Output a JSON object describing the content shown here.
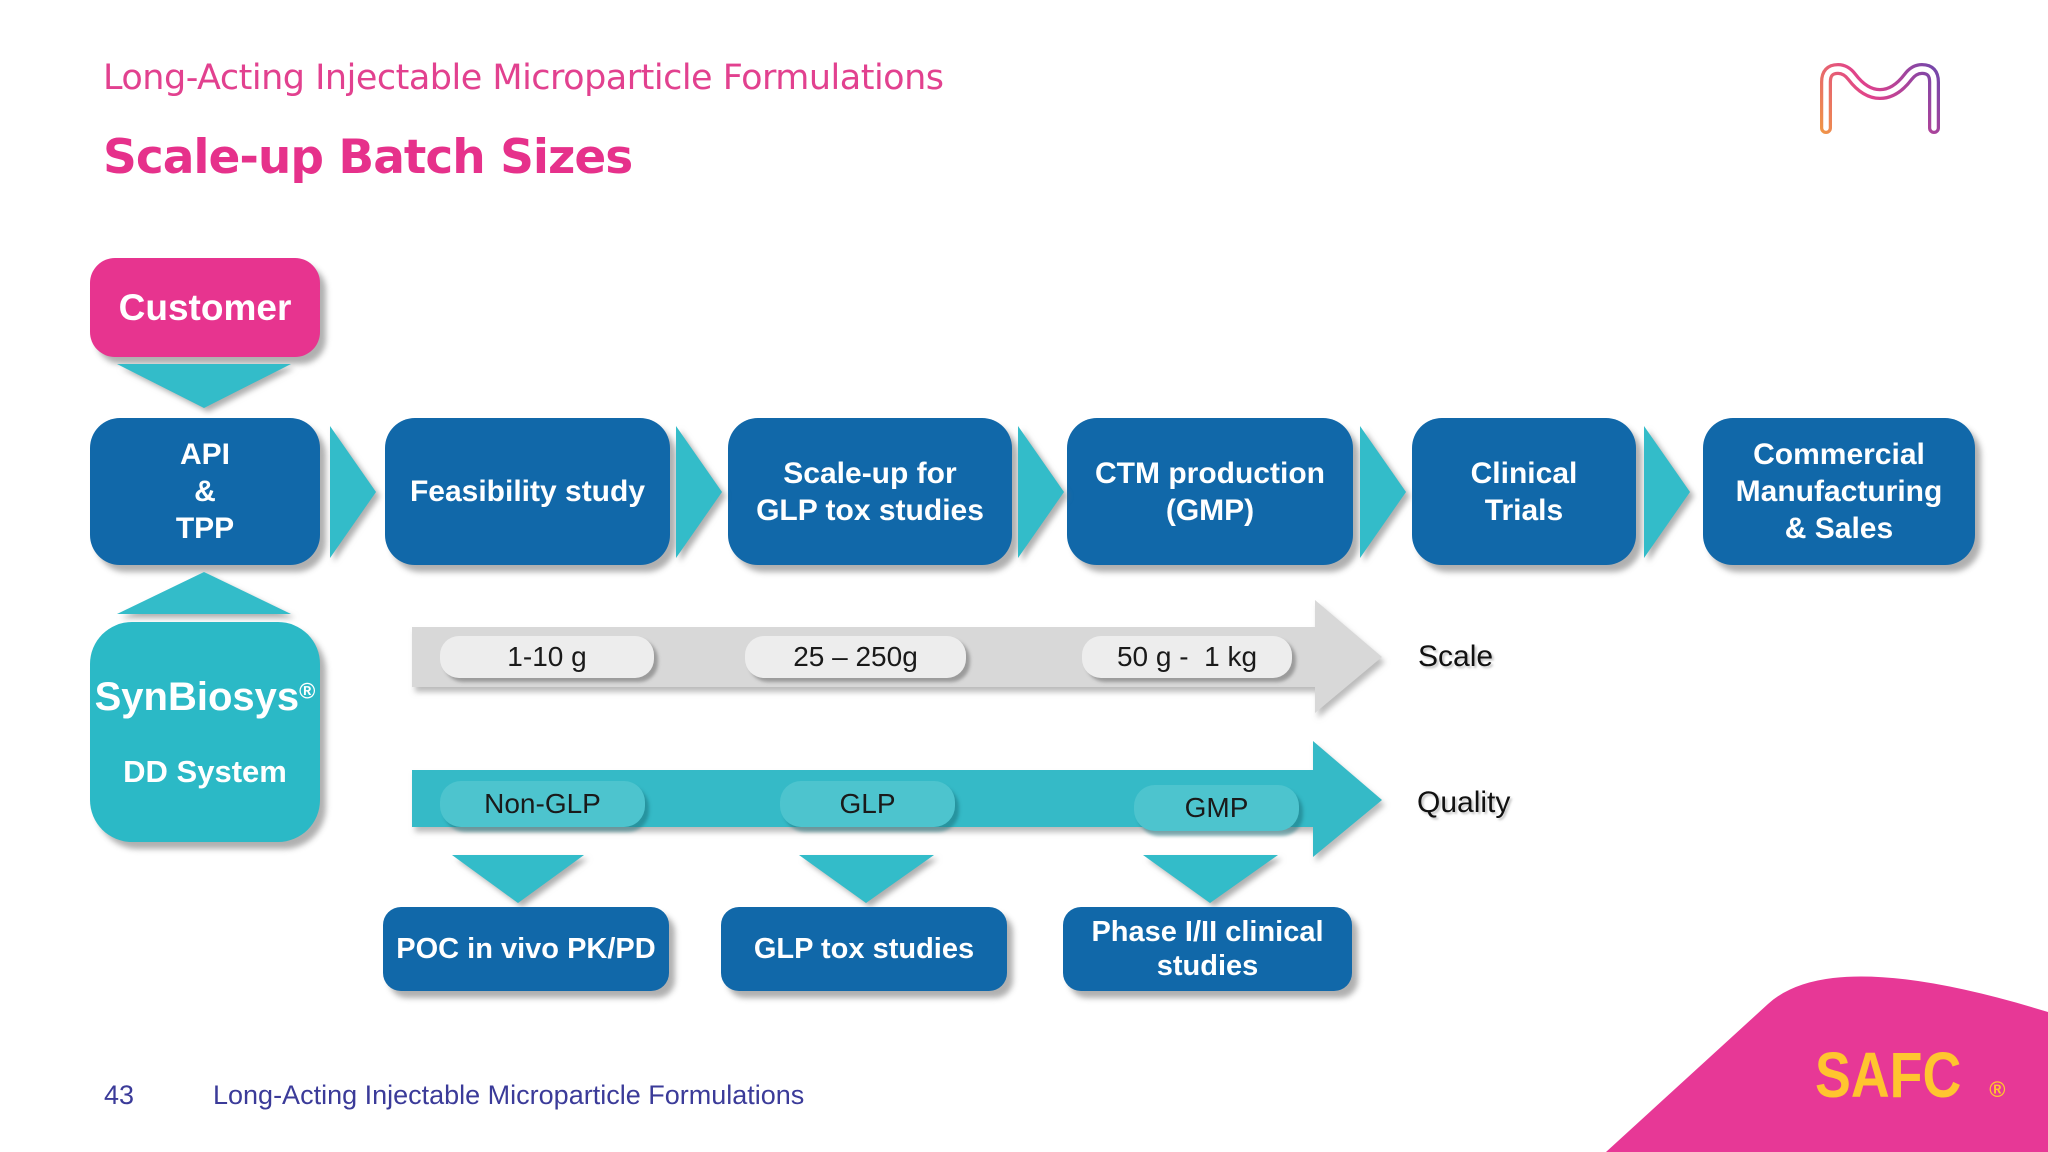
{
  "slide": {
    "eyebrow": "Long-Acting Injectable Microparticle Formulations",
    "heading": "Scale-up Batch Sizes",
    "footer": {
      "page_number": "43",
      "label": "Long-Acting Injectable Microparticle Formulations"
    }
  },
  "flow": {
    "source_label": "Customer",
    "stages": [
      {
        "label": "API\n&\nTPP"
      },
      {
        "label": "Feasibility study"
      },
      {
        "label": "Scale-up for\nGLP tox studies"
      },
      {
        "label": "CTM production\n(GMP)"
      },
      {
        "label": "Clinical\nTrials"
      },
      {
        "label": "Commercial\nManufacturing\n& Sales"
      }
    ],
    "platform": {
      "name": "SynBiosys",
      "registered_mark": "®",
      "subtitle": "DD System"
    }
  },
  "scale_track": {
    "caption": "Scale",
    "pills": [
      "1-10 g",
      "25 – 250g",
      "50 g -  1 kg"
    ]
  },
  "quality_track": {
    "caption": "Quality",
    "pills": [
      "Non-GLP",
      "GLP",
      "GMP"
    ]
  },
  "outcomes": [
    {
      "label": "POC in vivo PK/PD"
    },
    {
      "label": "GLP tox studies"
    },
    {
      "label": "Phase I/II clinical\nstudies"
    }
  ],
  "branding": {
    "safc_wordmark": "SAFC",
    "safc_registered_mark": "®"
  },
  "colors": {
    "magenta": "#E7348F",
    "heading_pink": "#E6318B",
    "blue": "#1168A9",
    "teal": "#33BCC9",
    "synbiosys_teal": "#2BB9C6",
    "quality_band_teal": "#35BAC7",
    "gray_band": "#D8D8D8",
    "footer_indigo": "#3B3B99",
    "safc_yellow": "#FFC52F"
  }
}
